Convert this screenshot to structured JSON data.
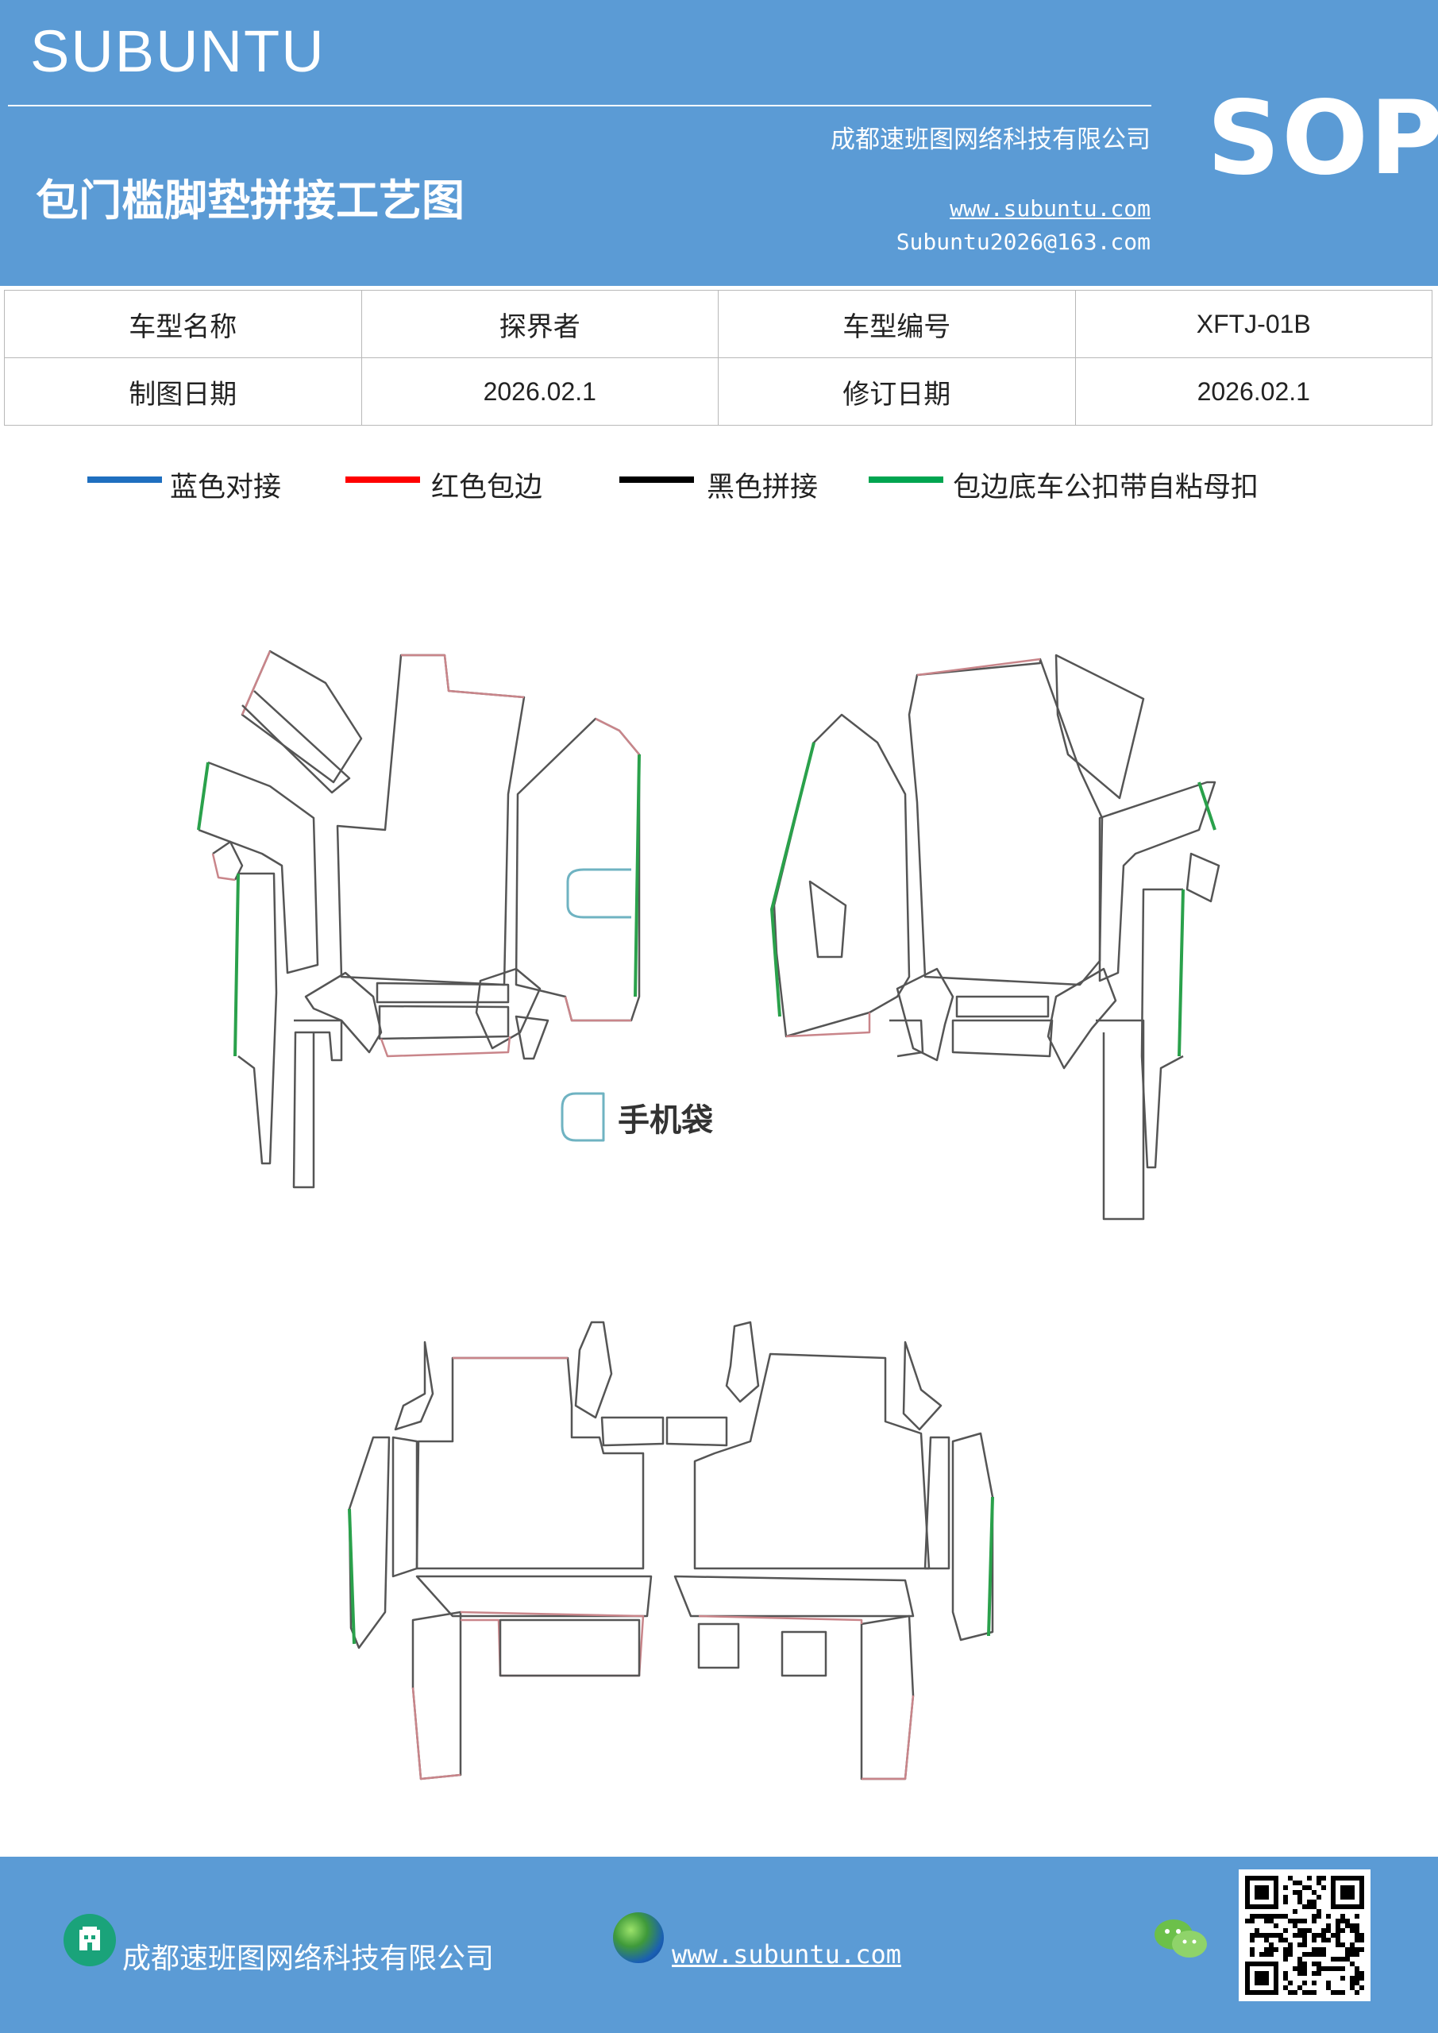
{
  "header": {
    "brand": "SUBUNTU",
    "title": "包门槛脚垫拼接工艺图",
    "company": "成都速班图网络科技有限公司",
    "website": "www.subuntu.com",
    "email": "Subuntu2026@163.com",
    "badge": "SOP"
  },
  "info_table": {
    "row1": {
      "label1": "车型名称",
      "value1": "探界者",
      "label2": "车型编号",
      "value2": "XFTJ-01B"
    },
    "row2": {
      "label1": "制图日期",
      "value1": "2026.02.1",
      "label2": "修订日期",
      "value2": "2026.02.1"
    }
  },
  "legend": [
    {
      "label": "蓝色对接",
      "color": "#1f6fbf"
    },
    {
      "label": "红色包边",
      "color": "#ff0000"
    },
    {
      "label": "黑色拼接",
      "color": "#000000"
    },
    {
      "label": "包边底车公扣带自粘母扣",
      "color": "#00a550"
    }
  ],
  "drawing": {
    "phone_pocket_label": "手机袋",
    "stroke_colors": {
      "outline": "#555555",
      "edge": "#c9858a",
      "green": "#2aa14b",
      "blue": "#6fb3c2"
    }
  },
  "footer": {
    "company": "成都速班图网络科技有限公司",
    "website": "www.subuntu.com",
    "icons": [
      "building-icon",
      "globe-icon",
      "wechat-icon",
      "qr-code"
    ]
  }
}
